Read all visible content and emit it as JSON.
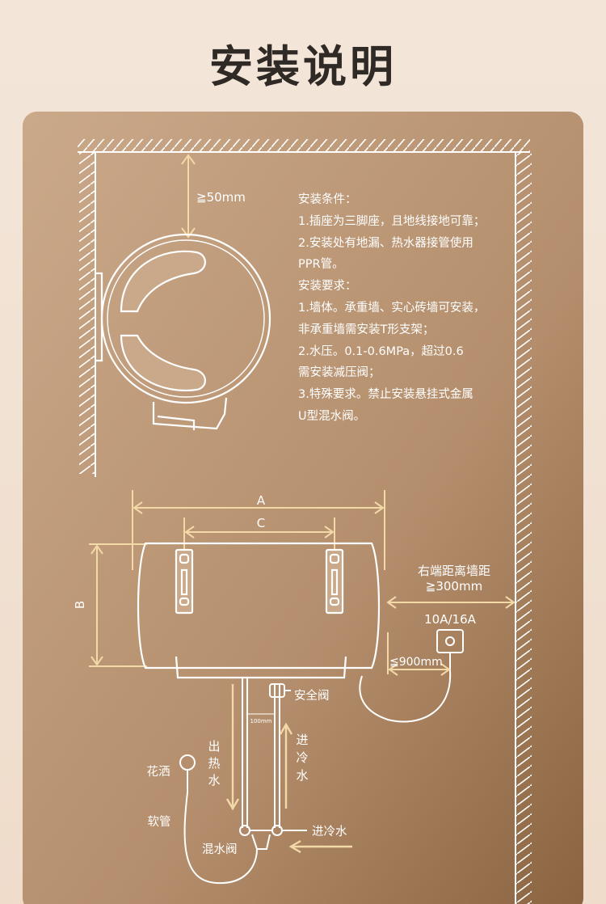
{
  "page": {
    "title": "安装说明"
  },
  "notes": {
    "lines": [
      "安装条件：",
      "1.插座为三脚座，且地线接地可靠；",
      "2.安装处有地漏、热水器接管使用",
      "PPR管。",
      "安装要求：",
      "1.墙体。承重墙、实心砖墙可安装，",
      "非承重墙需安装T形支架；",
      "2.水压。0.1-0.6MPa，超过0.6",
      "需安装减压阀；",
      "3.特殊要求。禁止安装悬挂式金属",
      "U型混水阀。"
    ]
  },
  "labels": {
    "top_clearance": "≧50mm",
    "dim_a": "A",
    "dim_b": "B",
    "dim_c": "C",
    "right_clearance_line1": "右端距离墙距",
    "right_clearance_line2": "≧300mm",
    "socket_rating": "10A/16A",
    "socket_distance": "≦900mm",
    "safety_valve": "安全阀",
    "pipe_spacing": "100mm",
    "hot_water_out": [
      "出",
      "热",
      "水"
    ],
    "cold_water_in_vertical": [
      "进",
      "冷",
      "水"
    ],
    "cold_water_in": "进冷水",
    "shower": "花洒",
    "hose": "软管",
    "mixing_valve": "混水阀"
  },
  "colors": {
    "title": "#2f2a26",
    "card_top": "#c9a889",
    "card_bottom": "#8c6440",
    "line": "#ffffff",
    "dimension": "#f3d9a8"
  }
}
